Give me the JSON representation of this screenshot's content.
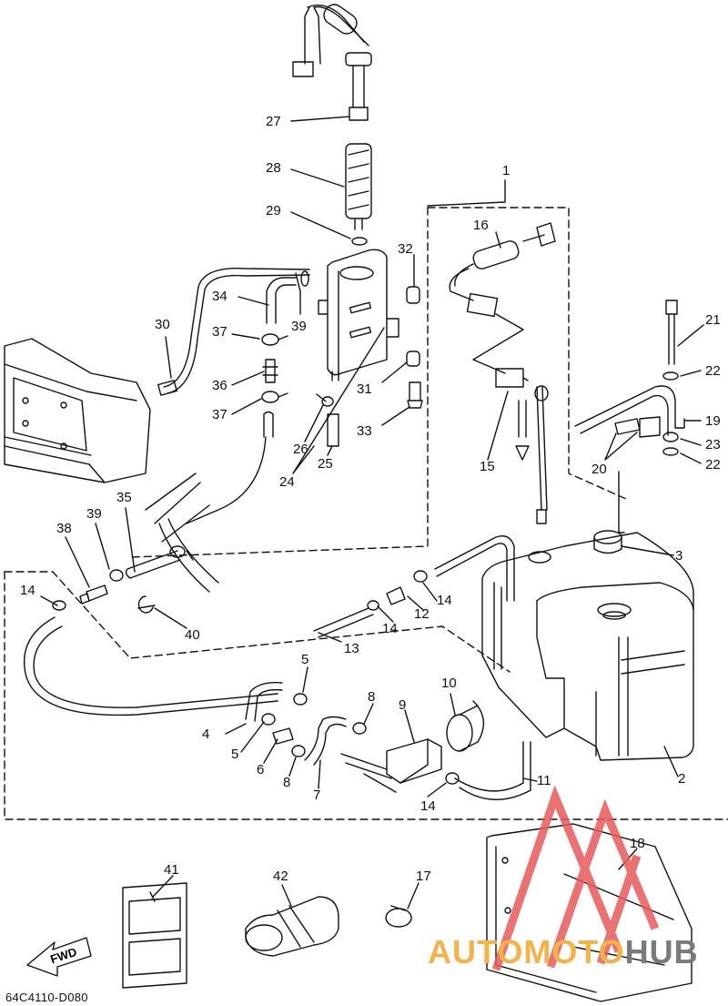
{
  "diagram": {
    "drawing_code": "64C4110-D080",
    "fwd_label": "FWD",
    "watermark": {
      "part1": "AUTOMOTO",
      "part2": "HUB"
    },
    "callouts": [
      {
        "id": "c27",
        "text": "27"
      },
      {
        "id": "c28",
        "text": "28"
      },
      {
        "id": "c29",
        "text": "29"
      },
      {
        "id": "c1",
        "text": "1"
      },
      {
        "id": "c16",
        "text": "16"
      },
      {
        "id": "c32",
        "text": "32"
      },
      {
        "id": "c34",
        "text": "34"
      },
      {
        "id": "c39a",
        "text": "39"
      },
      {
        "id": "c30",
        "text": "30"
      },
      {
        "id": "c37a",
        "text": "37"
      },
      {
        "id": "c36",
        "text": "36"
      },
      {
        "id": "c37b",
        "text": "37"
      },
      {
        "id": "c31",
        "text": "31"
      },
      {
        "id": "c33",
        "text": "33"
      },
      {
        "id": "c26",
        "text": "26"
      },
      {
        "id": "c25",
        "text": "25"
      },
      {
        "id": "c24",
        "text": "24"
      },
      {
        "id": "c15",
        "text": "15"
      },
      {
        "id": "c21",
        "text": "21"
      },
      {
        "id": "c22a",
        "text": "22"
      },
      {
        "id": "c19",
        "text": "19"
      },
      {
        "id": "c23",
        "text": "23"
      },
      {
        "id": "c22b",
        "text": "22"
      },
      {
        "id": "c20",
        "text": "20"
      },
      {
        "id": "c35",
        "text": "35"
      },
      {
        "id": "c39b",
        "text": "39"
      },
      {
        "id": "c38",
        "text": "38"
      },
      {
        "id": "c3",
        "text": "3"
      },
      {
        "id": "c14a",
        "text": "14"
      },
      {
        "id": "c40",
        "text": "40"
      },
      {
        "id": "c14b",
        "text": "14"
      },
      {
        "id": "c12",
        "text": "12"
      },
      {
        "id": "c14c",
        "text": "14"
      },
      {
        "id": "c13",
        "text": "13"
      },
      {
        "id": "c5a",
        "text": "5"
      },
      {
        "id": "c10",
        "text": "10"
      },
      {
        "id": "c8a",
        "text": "8"
      },
      {
        "id": "c9",
        "text": "9"
      },
      {
        "id": "c4",
        "text": "4"
      },
      {
        "id": "c5b",
        "text": "5"
      },
      {
        "id": "c6",
        "text": "6"
      },
      {
        "id": "c8b",
        "text": "8"
      },
      {
        "id": "c7",
        "text": "7"
      },
      {
        "id": "c2",
        "text": "2"
      },
      {
        "id": "c11",
        "text": "11"
      },
      {
        "id": "c14d",
        "text": "14"
      },
      {
        "id": "c18",
        "text": "18"
      },
      {
        "id": "c41",
        "text": "41"
      },
      {
        "id": "c42",
        "text": "42"
      },
      {
        "id": "c17",
        "text": "17"
      }
    ]
  }
}
